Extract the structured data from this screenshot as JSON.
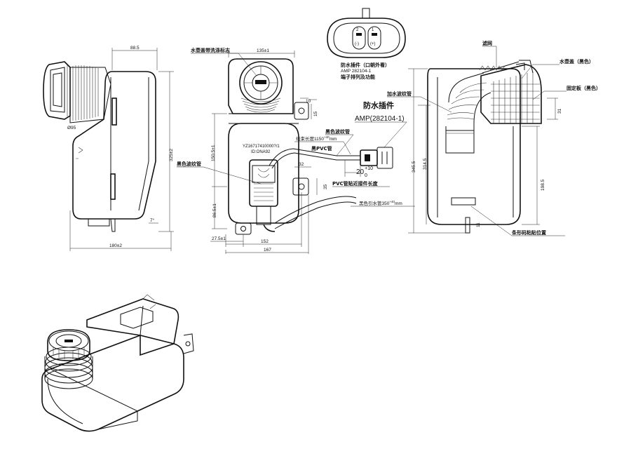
{
  "connector": {
    "pin1": "(-)",
    "pin2": "(+)",
    "caption1": "防水插件（口朝外看）",
    "caption2": "AMP 282104-1",
    "caption3": "端子排列及功能"
  },
  "left_view": {
    "dim_top": "88.5",
    "dim_height": "325±2",
    "dim_width": "180±2",
    "dim_dia": "Ø95",
    "dim_angle": "7°"
  },
  "front_view": {
    "label_cap_icon": "水壶盖带洗涤标志",
    "label_black_pipe": "黑色波纹管",
    "dim_top": "135±1",
    "dim_h1": "150.5±1",
    "dim_h2": "86.5±1",
    "dim_b1": "27.5±1",
    "dim_b2": "152",
    "dim_b3": "167",
    "dim_10": "10",
    "dim_15": "15",
    "dim_32": "32",
    "dim_35": "35",
    "part_no": "YZ16717410000?/1",
    "part_id": "ID:ONA92",
    "harness_len": "线束长度1150",
    "harness_tol": "+40",
    "harness_unit": "mm",
    "pvc_label": "黑PVC管",
    "black_pipe2": "黑色波纹管",
    "pvc_note": "PVC管贴近接件长度",
    "pvc_len": "20",
    "pvc_tol_up": "+10",
    "pvc_tol_dn": "0",
    "water_pipe": "黑色引水管350",
    "water_tol": "+40",
    "water_unit": "mm",
    "plug_title": "防水插件",
    "plug_part": "AMP(282104-1)"
  },
  "right_view": {
    "label_filter": "滤网",
    "label_cap": "水壶盖（黑色）",
    "label_ring": "固定板（黑色）",
    "label_fill_pipe": "加水波纹管",
    "label_barcode": "条形码粘贴位置",
    "dim_314": "314.5",
    "dim_345": "345.5",
    "dim_198": "198.5",
    "dim_31": "31",
    "dim_11": "11"
  }
}
